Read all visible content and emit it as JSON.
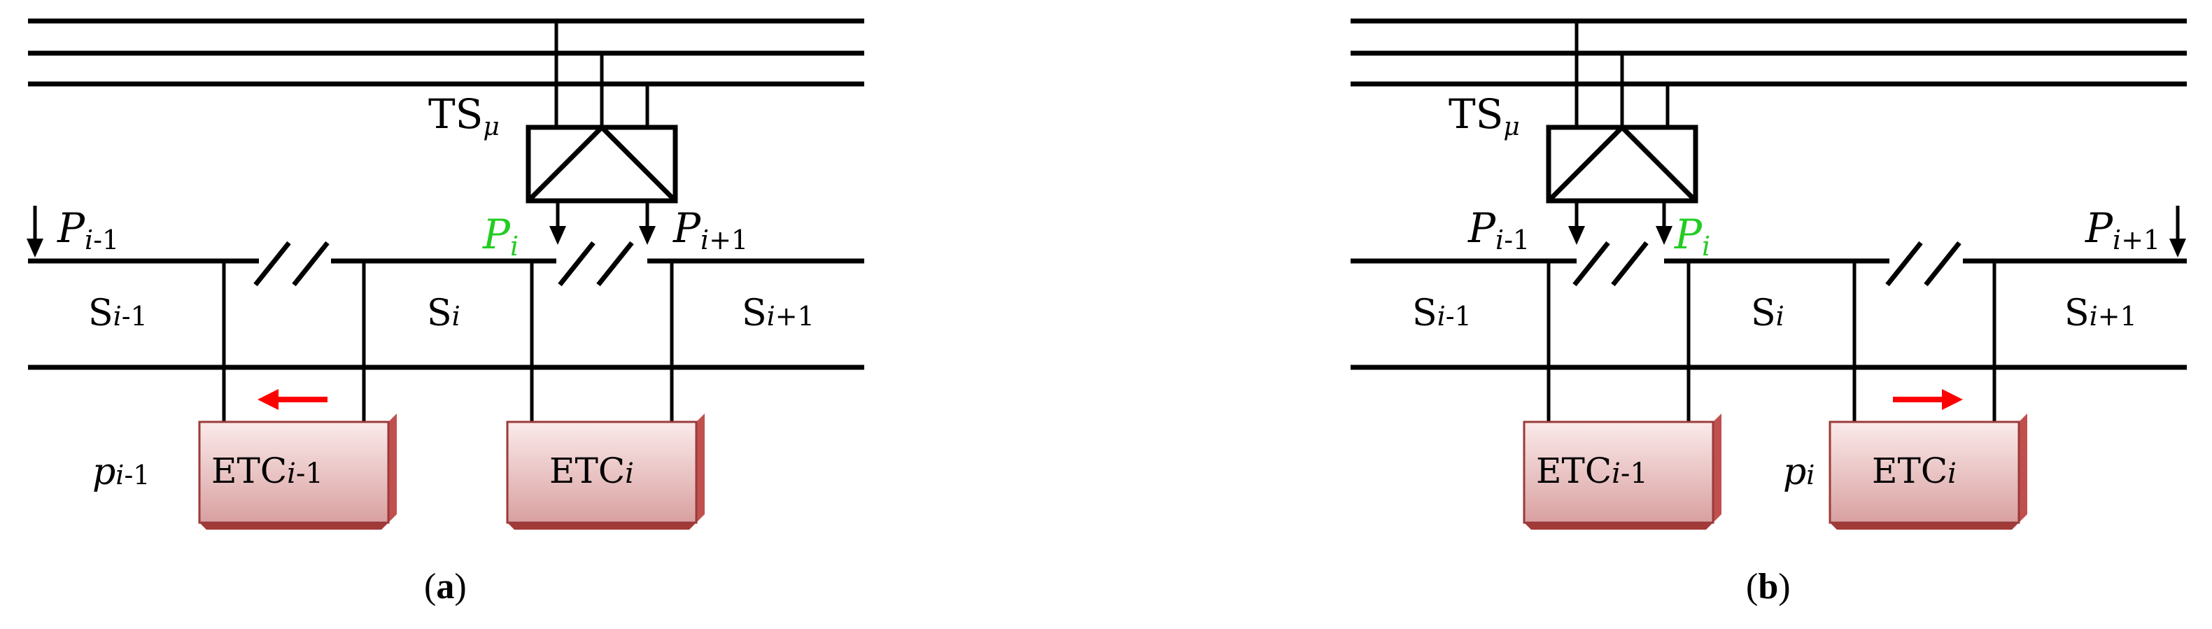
{
  "panels": [
    {
      "caption": {
        "open": "(",
        "letter": "a",
        "close": ")"
      },
      "transformer": {
        "main": "TS",
        "sub": "μ"
      },
      "power": [
        {
          "main": "P",
          "sub": "i",
          "suffix": "-1"
        },
        {
          "main": "P",
          "sub": "i",
          "suffix": ""
        },
        {
          "main": "P",
          "sub": "i",
          "suffix": "+1"
        }
      ],
      "sections": [
        {
          "main": "S",
          "sub": "i",
          "suffix": "-1"
        },
        {
          "main": "S",
          "sub": "i",
          "suffix": ""
        },
        {
          "main": "S",
          "sub": "i",
          "suffix": "+1"
        }
      ],
      "etc": [
        {
          "main": "ETC",
          "sub": "i",
          "suffix": "-1"
        },
        {
          "main": "ETC",
          "sub": "i",
          "suffix": ""
        }
      ],
      "p_label": {
        "main": "p",
        "sub": "i",
        "suffix": "-1"
      },
      "arrow_direction": "left"
    },
    {
      "caption": {
        "open": "(",
        "letter": "b",
        "close": ")"
      },
      "transformer": {
        "main": "TS",
        "sub": "μ"
      },
      "power": [
        {
          "main": "P",
          "sub": "i",
          "suffix": "-1"
        },
        {
          "main": "P",
          "sub": "i",
          "suffix": ""
        },
        {
          "main": "P",
          "sub": "i",
          "suffix": "+1"
        }
      ],
      "sections": [
        {
          "main": "S",
          "sub": "i",
          "suffix": "-1"
        },
        {
          "main": "S",
          "sub": "i",
          "suffix": ""
        },
        {
          "main": "S",
          "sub": "i",
          "suffix": "+1"
        }
      ],
      "etc": [
        {
          "main": "ETC",
          "sub": "i",
          "suffix": "-1"
        },
        {
          "main": "ETC",
          "sub": "i",
          "suffix": ""
        }
      ],
      "p_label": {
        "main": "p",
        "sub": "i",
        "suffix": ""
      },
      "arrow_direction": "right"
    }
  ],
  "colors": {
    "line": "#000000",
    "highlight_label": "#22cc22",
    "arrow": "#ff0000",
    "etc_fill_top": "#fbeaea",
    "etc_fill_bottom": "#d9a0a0",
    "etc_shadow": "#c0504d"
  }
}
